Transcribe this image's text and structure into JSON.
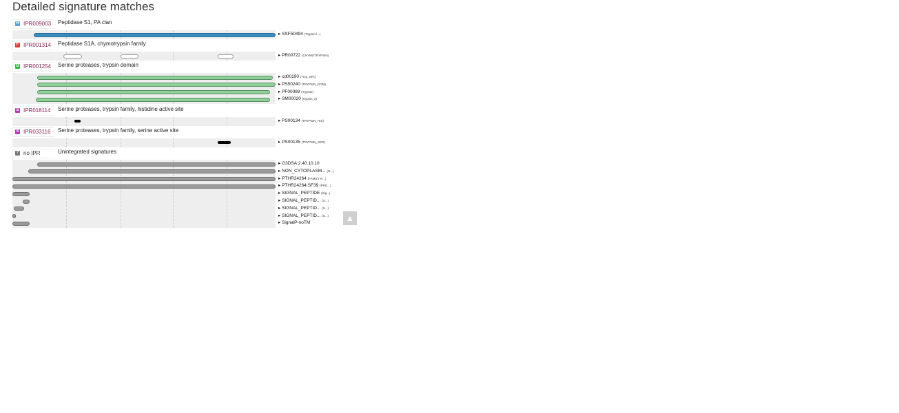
{
  "page_title": "Detailed signature matches",
  "colors": {
    "family": "#e05a3a",
    "homologous": "#5aa0d6",
    "domain": "#2fbf3b",
    "site": "#b13bb3",
    "unintegrated": "#777777"
  },
  "groups": [
    {
      "accession": "IPR009003",
      "description": "Peptidase S1, PA clan",
      "badge": "H",
      "badge_color": "#5aa0d6",
      "signatures": [
        {
          "name": "SSF50494",
          "detail": "(Trypsin-l...)",
          "style": "blue",
          "segments": [
            [
              0.08,
              0.995
            ]
          ]
        }
      ]
    },
    {
      "accession": "IPR001314",
      "description": "Peptidase S1A, chymotrypsin family",
      "badge": "F",
      "badge_color": "#e03a3a",
      "signatures": [
        {
          "name": "PR00722",
          "detail": "(CHYMOTRYPSIN)",
          "style": "hollow",
          "segments": [
            [
              0.195,
              0.26
            ],
            [
              0.41,
              0.475
            ],
            [
              0.78,
              0.835
            ]
          ]
        }
      ]
    },
    {
      "accession": "IPR001254",
      "description": "Serine proteases, trypsin domain",
      "badge": "D",
      "badge_color": "#2fbf3b",
      "signatures": [
        {
          "name": "cd00190",
          "detail": "(Tryp_SPc)",
          "style": "green",
          "segments": [
            [
              0.095,
              0.985
            ]
          ]
        },
        {
          "name": "PS50240",
          "detail": "(TRYPSIN_DOM)",
          "style": "green",
          "segments": [
            [
              0.095,
              0.995
            ]
          ]
        },
        {
          "name": "PF00089",
          "detail": "(Trypsin)",
          "style": "green",
          "segments": [
            [
              0.095,
              0.975
            ]
          ]
        },
        {
          "name": "SM00020",
          "detail": "(trypsin_2)",
          "style": "green",
          "segments": [
            [
              0.09,
              0.975
            ]
          ]
        }
      ]
    },
    {
      "accession": "IPR018114",
      "description": "Serine proteases, trypsin family, histidine active site",
      "badge": "S",
      "badge_color": "#b13bb3",
      "signatures": [
        {
          "name": "PS00134",
          "detail": "(TRYPSIN_HIS)",
          "style": "black",
          "segments": [
            [
              0.235,
              0.26
            ]
          ]
        }
      ]
    },
    {
      "accession": "IPR033116",
      "description": "Serine proteases, trypsin family, serine active site",
      "badge": "S",
      "badge_color": "#b13bb3",
      "signatures": [
        {
          "name": "PS00135",
          "detail": "(TRYPSIN_SER)",
          "style": "black",
          "segments": [
            [
              0.78,
              0.83
            ]
          ]
        }
      ]
    },
    {
      "accession": "no IPR",
      "description": "Unintegrated signatures",
      "badge": "?",
      "badge_color": "#777777",
      "no_ipr": true,
      "signatures": [
        {
          "name": "G3DSA:2.40.10.10",
          "detail": "",
          "style": "grey",
          "segments": [
            [
              0.095,
              0.995
            ]
          ]
        },
        {
          "name": "NON_CYTOPLASM...",
          "detail": "(N...)",
          "style": "grey",
          "segments": [
            [
              0.06,
              0.995
            ]
          ]
        },
        {
          "name": "PTHR24264",
          "detail": "(FAMILY N...)",
          "style": "grey",
          "segments": [
            [
              0.0,
              0.995
            ]
          ]
        },
        {
          "name": "PTHR24264:SF39",
          "detail": "(PRO...)",
          "style": "grey",
          "segments": [
            [
              0.0,
              0.995
            ]
          ]
        },
        {
          "name": "SIGNAL_PEPTIDE",
          "detail": "(Sig...)",
          "style": "grey",
          "segments": [
            [
              0.0,
              0.06
            ]
          ]
        },
        {
          "name": "SIGNAL_PEPTID...",
          "detail": "(S...)",
          "style": "grey",
          "segments": [
            [
              0.04,
              0.06
            ]
          ]
        },
        {
          "name": "SIGNAL_PEPTID...",
          "detail": "(S...)",
          "style": "grey",
          "segments": [
            [
              0.005,
              0.04
            ]
          ]
        },
        {
          "name": "SIGNAL_PEPTID...",
          "detail": "(S...)",
          "style": "grey",
          "segments": [
            [
              0.0,
              0.007
            ]
          ]
        },
        {
          "name": "SignalP-noTM",
          "detail": "",
          "style": "grey",
          "segments": [
            [
              0.0,
              0.06
            ]
          ]
        }
      ]
    }
  ],
  "scroll_top_label": "▲"
}
